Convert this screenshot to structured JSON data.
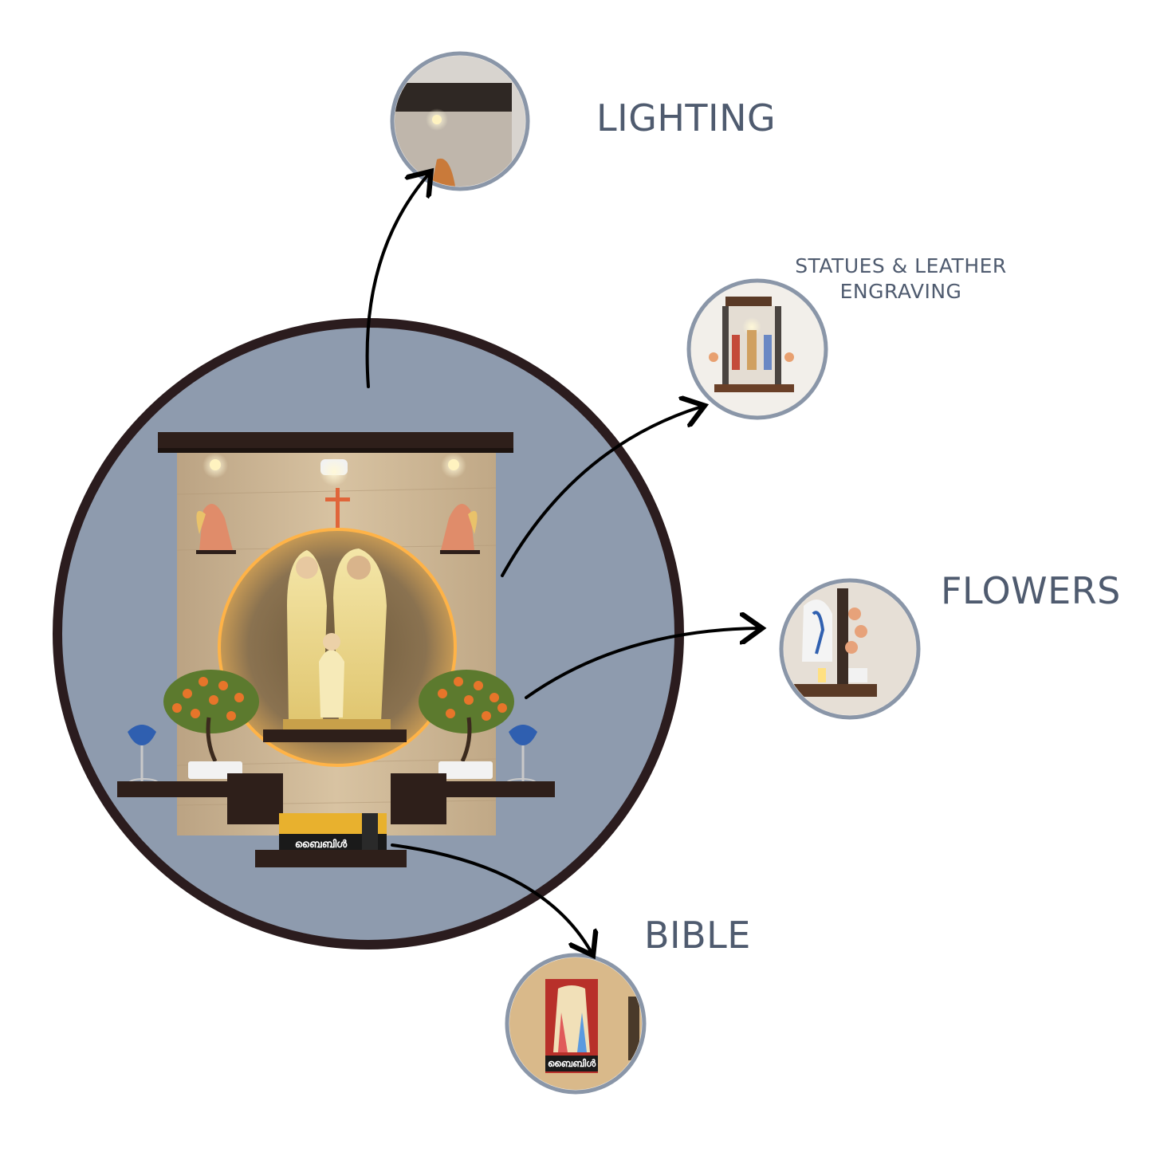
{
  "callouts": {
    "lighting": "LIGHTING",
    "statues_line1": "STATUES & LEATHER",
    "statues_line2": "ENGRAVING",
    "flowers": "FLOWERS",
    "bible": "BIBLE"
  },
  "bible_book_label": "ബൈബിൾ",
  "colors": {
    "main_circle_fill": "#8e9bae",
    "main_circle_border": "#2b1c1e",
    "thumb_ring": "#8a96a8",
    "label_text": "#4f5b6f",
    "shelf_wood": "#2e1f1a",
    "panel_wood": "#c9b08e",
    "led_ring": "#ffb347"
  },
  "icons": {
    "arrow": "curved-arrow-icon",
    "cross": "cross-icon"
  }
}
